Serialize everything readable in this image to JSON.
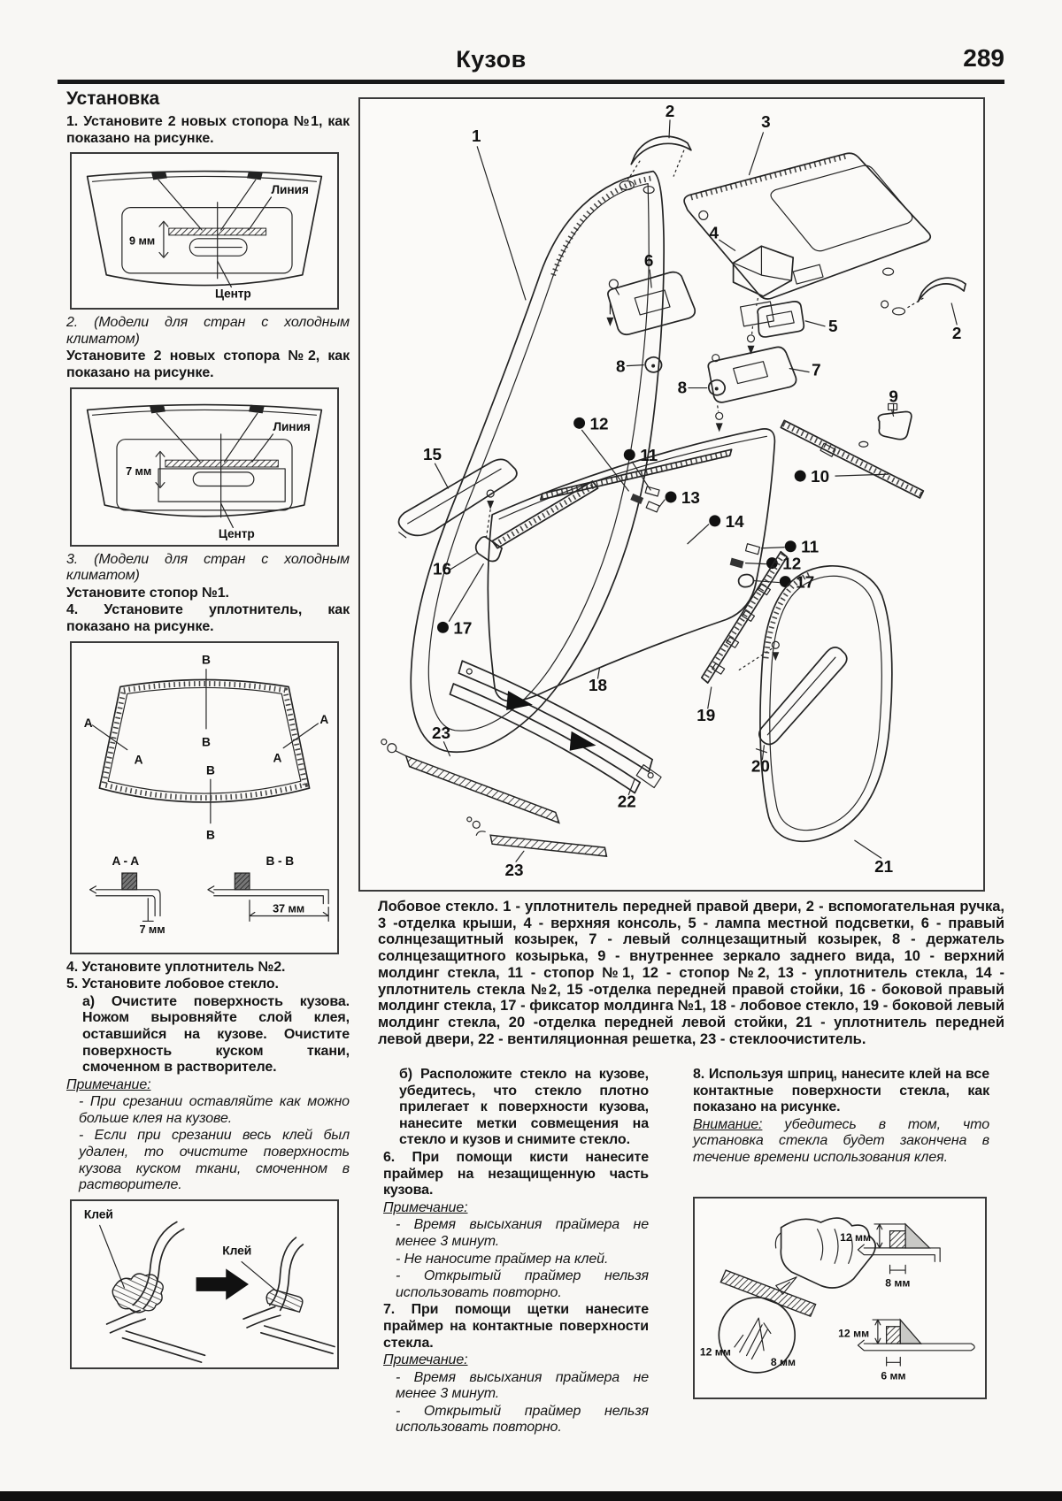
{
  "page": {
    "title": "Кузов",
    "number": "289"
  },
  "left": {
    "heading": "Установка",
    "p1": "1. Установите 2 новых стопора №1, как показано на рисунке.",
    "p2_italic": "2. (Модели для стран с холодным климатом)",
    "p2": "Установите 2 новых стопора №2, как показано на рисунке.",
    "p3_italic": "3. (Модели для стран с холодным климатом)",
    "p3": "Установите стопор №1.",
    "p4": "4. Установите уплотнитель, как показано на рисунке.",
    "p5": "4. Установите уплотнитель №2.",
    "p6": "5. Установите лобовое стекло.",
    "p7": "а) Очистите поверхность кузова. Ножом выровняйте слой клея, оставшийся на кузове. Очистите поверхность куском ткани, смоченном в растворителе.",
    "note_title": "Примечание:",
    "note1": "- При срезании оставляйте как можно больше клея на кузове.",
    "note2": "- Если при срезании весь клей был удален, то очистите поверхность кузова куском ткани, смоченном в растворителе."
  },
  "figures": {
    "fig1": {
      "line": "Линия",
      "dim": "9 мм",
      "center": "Центр"
    },
    "fig2": {
      "line": "Линия",
      "dim": "7 мм",
      "center": "Центр"
    },
    "fig3": {
      "a": "A",
      "b": "B",
      "sec_a": "A - A",
      "sec_b": "B - B",
      "dim_a": "7 мм",
      "dim_b": "37 мм"
    },
    "fig4": {
      "glue1": "Клей",
      "glue2": "Клей"
    },
    "fig5": {
      "c_h": "12 мм",
      "c_w": "8 мм",
      "t_h": "12 мм",
      "t_w": "8 мм",
      "b_h": "12 мм",
      "b_w": "6 мм"
    }
  },
  "diagram": {
    "caption": "Лобовое стекло. 1 - уплотнитель передней правой двери, 2 - вспомогательная ручка, 3 -отделка крыши, 4 - верхняя консоль, 5 - лампа местной подсветки, 6 - правый солнцезащитный козырек, 7 - левый солнцезащитный козырек, 8 - держатель солнцезащитного козырька, 9 - внутреннее зеркало заднего вида, 10 - верхний молдинг стекла, 11 - стопор №1, 12 - стопор №2, 13 - уплотнитель стекла, 14 - уплотнитель стекла №2, 15 -отделка передней правой стойки, 16 - боковой правый молдинг стекла, 17 - фиксатор молдинга №1, 18 - лобовое стекло, 19 - боковой левый молдинг стекла, 20 -отделка передней левой стойки, 21 - уплотнитель передней левой двери, 22 - вентиляционная решетка, 23 - стеклоочиститель.",
    "labels": {
      "l1": "1",
      "l2a": "2",
      "l2b": "2",
      "l3": "3",
      "l4": "4",
      "l5": "5",
      "l6": "6",
      "l7": "7",
      "l8a": "8",
      "l8b": "8",
      "l9": "9",
      "l10": "10",
      "l11a": "11",
      "l11b": "11",
      "l12a": "12",
      "l12b": "12",
      "l13": "13",
      "l14": "14",
      "l15": "15",
      "l16": "16",
      "l17a": "17",
      "l17b": "17",
      "l18": "18",
      "l19": "19",
      "l20": "20",
      "l21": "21",
      "l22": "22",
      "l23a": "23",
      "l23b": "23"
    }
  },
  "mid": {
    "pb": "б) Расположите стекло на кузове, убедитесь, что стекло плотно прилегает к поверхности кузова, нанесите метки совмещения на стекло и кузов и снимите стекло.",
    "p6": "6. При помощи кисти нанесите праймер на незащищенную часть кузова.",
    "note_title1": "Примечание:",
    "n1": "- Время высыхания праймера не менее 3 минут.",
    "n2": "- Не наносите праймер на клей.",
    "n3": "- Открытый праймер нельзя использовать повторно.",
    "p7": "7. При помощи щетки нанесите праймер на контактные поверхности стекла.",
    "note_title2": "Примечание:",
    "n4": "- Время высыхания праймера не менее 3 минут.",
    "n5": "- Открытый праймер нельзя использовать повторно."
  },
  "right": {
    "p8": "8. Используя шприц, нанесите клей на все контактные поверхности стекла, как показано на рисунке.",
    "warn_label": "Внимание:",
    "warn_text": " убедитесь в том, что установка стекла будет закончена в течение времени использования клея."
  }
}
